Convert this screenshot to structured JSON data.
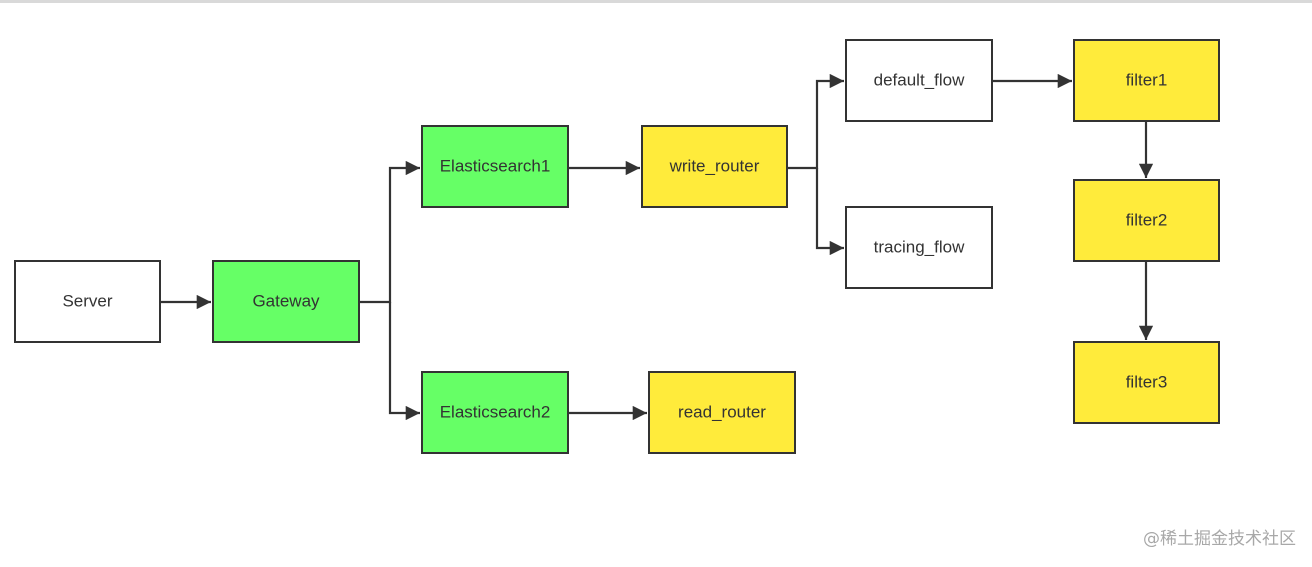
{
  "colors": {
    "green": "#66ff66",
    "yellow": "#ffeb3b",
    "white": "#ffffff",
    "line": "#333333"
  },
  "nodes": {
    "server": {
      "label": "Server",
      "fill": "white"
    },
    "gateway": {
      "label": "Gateway",
      "fill": "green"
    },
    "es1": {
      "label": "Elasticsearch1",
      "fill": "green"
    },
    "es2": {
      "label": "Elasticsearch2",
      "fill": "green"
    },
    "write_router": {
      "label": "write_router",
      "fill": "yellow"
    },
    "read_router": {
      "label": "read_router",
      "fill": "yellow"
    },
    "default_flow": {
      "label": "default_flow",
      "fill": "white"
    },
    "tracing_flow": {
      "label": "tracing_flow",
      "fill": "white"
    },
    "filter1": {
      "label": "filter1",
      "fill": "yellow"
    },
    "filter2": {
      "label": "filter2",
      "fill": "yellow"
    },
    "filter3": {
      "label": "filter3",
      "fill": "yellow"
    }
  },
  "edges": [
    {
      "from": "server",
      "to": "gateway"
    },
    {
      "from": "gateway",
      "to": "es1"
    },
    {
      "from": "gateway",
      "to": "es2"
    },
    {
      "from": "es1",
      "to": "write_router"
    },
    {
      "from": "es2",
      "to": "read_router"
    },
    {
      "from": "write_router",
      "to": "default_flow"
    },
    {
      "from": "write_router",
      "to": "tracing_flow"
    },
    {
      "from": "default_flow",
      "to": "filter1"
    },
    {
      "from": "filter1",
      "to": "filter2"
    },
    {
      "from": "filter2",
      "to": "filter3"
    }
  ],
  "watermark": "@稀土掘金技术社区"
}
